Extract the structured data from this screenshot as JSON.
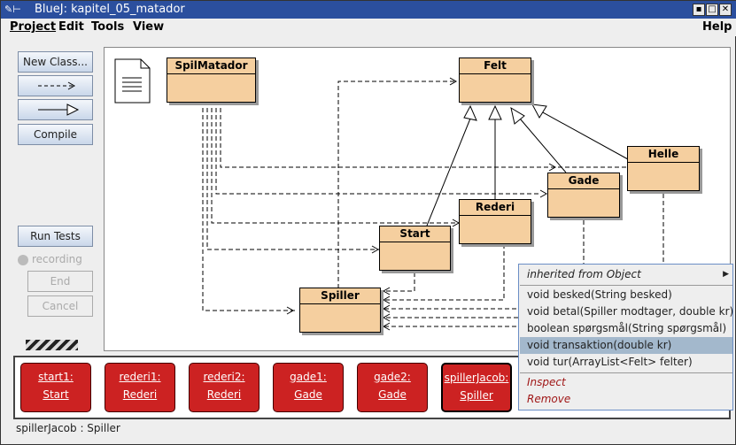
{
  "window": {
    "title": "BlueJ:  kapitel_05_matador"
  },
  "menubar": {
    "items": [
      "Project",
      "Edit",
      "Tools",
      "View"
    ],
    "help": "Help"
  },
  "toolbar": {
    "new_class": "New Class...",
    "compile": "Compile",
    "run_tests": "Run Tests",
    "recording": "recording",
    "end": "End",
    "cancel": "Cancel"
  },
  "classes": [
    {
      "name": "SpilMatador"
    },
    {
      "name": "Felt"
    },
    {
      "name": "Helle"
    },
    {
      "name": "Gade"
    },
    {
      "name": "Rederi"
    },
    {
      "name": "Start"
    },
    {
      "name": "Spiller"
    }
  ],
  "object_bench": [
    {
      "name": "start1:",
      "type": "Start"
    },
    {
      "name": "rederi1:",
      "type": "Rederi"
    },
    {
      "name": "rederi2:",
      "type": "Rederi"
    },
    {
      "name": "gade1:",
      "type": "Gade"
    },
    {
      "name": "gade2:",
      "type": "Gade"
    },
    {
      "name": "spillerJacob:",
      "type": "Spiller"
    }
  ],
  "context_menu": {
    "inherited": "inherited from Object",
    "methods": [
      "void besked(String besked)",
      "void betal(Spiller modtager, double kr)",
      "boolean spørgsmål(String spørgsmål)",
      "void transaktion(double kr)",
      "void tur(ArrayList<Felt> felter)"
    ],
    "selected_index": 3,
    "inspect": "Inspect",
    "remove": "Remove"
  },
  "status": "spillerJacob : Spiller",
  "colors": {
    "class_fill": "#f5cf9f",
    "object_fill": "#cc2222",
    "titlebar": "#2b4f9e",
    "menu_highlight": "#a3b8cc"
  }
}
